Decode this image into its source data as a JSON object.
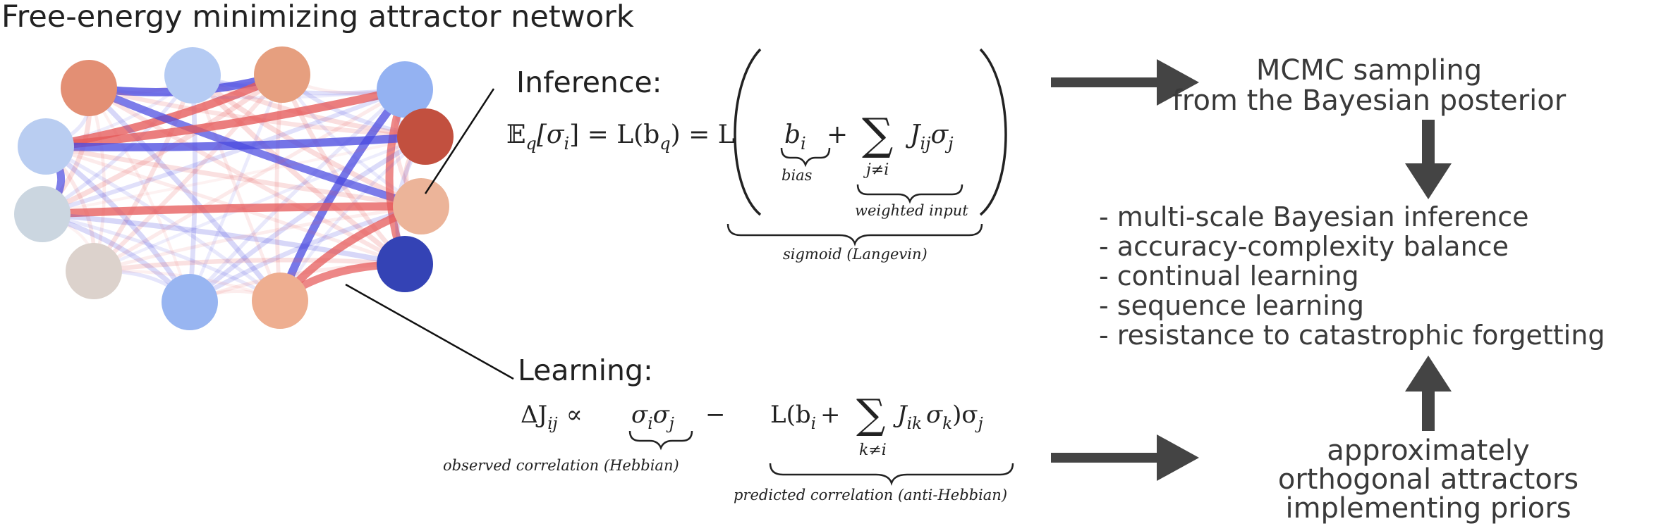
{
  "title": "Free-energy minimizing attractor network",
  "network": {
    "nodes": [
      {
        "id": "n1",
        "color": "#b5cbf3"
      },
      {
        "id": "n2",
        "color": "#e69f7f"
      },
      {
        "id": "n3",
        "color": "#e38f74"
      },
      {
        "id": "n4",
        "color": "#94b2f2"
      },
      {
        "id": "n5",
        "color": "#b9cdf1"
      },
      {
        "id": "n6",
        "color": "#c2503f"
      },
      {
        "id": "n7",
        "color": "#cbd6e0"
      },
      {
        "id": "n8",
        "color": "#ecb499"
      },
      {
        "id": "n9",
        "color": "#dcd2cc"
      },
      {
        "id": "n10",
        "color": "#3443b5"
      },
      {
        "id": "n11",
        "color": "#98b5f1"
      },
      {
        "id": "n12",
        "color": "#eeae90"
      }
    ],
    "edge_colors": {
      "positive": "#4a4ae0",
      "negative": "#e65a5a"
    }
  },
  "inference": {
    "heading": "Inference:",
    "lhs": "𝔼",
    "lhs_sub": "q",
    "lhs_arg": "[σ",
    "lhs_arg_sub": "i",
    "eq1": "] = L(b",
    "eq1_sub": "q",
    "eq1_tail": ") = L",
    "bias_term": "b",
    "bias_sub": "i",
    "plus": "+",
    "sum": "∑",
    "sum_index": "j≠i",
    "weight_term": "J",
    "weight_sub": "ij",
    "sigma": "σ",
    "sigma_sub": "j",
    "bias_label": "bias",
    "weighted_label": "weighted input",
    "sigmoid_label": "sigmoid (Langevin)"
  },
  "learning": {
    "heading": "Learning:",
    "lhs": "ΔJ",
    "lhs_sub": "ij",
    "propto": "∝",
    "hebb": "σ",
    "hebb_sub_i": "i",
    "hebb_mid": "σ",
    "hebb_sub_j": "j",
    "minus": "−",
    "pred_start": "L(b",
    "pred_sub_i": "i",
    "pred_plus": "+",
    "sum": "∑",
    "sum_index": "k≠i",
    "pred_J": "J",
    "pred_J_sub": "ik",
    "pred_sigma": "σ",
    "pred_sigma_sub": "k",
    "pred_close": ")σ",
    "pred_close_sub": "j",
    "observed_label": "observed correlation (Hebbian)",
    "predicted_label": "predicted correlation (anti-Hebbian)"
  },
  "mcmc": {
    "line1": "MCMC sampling",
    "line2": "from the Bayesian posterior"
  },
  "properties": [
    "- multi-scale Bayesian inference",
    "- accuracy-complexity balance",
    "- continual learning",
    "- sequence learning",
    "- resistance to catastrophic forgetting"
  ],
  "attractors": {
    "line1": "approximately",
    "line2": "orthogonal attractors",
    "line3": "implementing priors"
  },
  "colors": {
    "arrow": "#444444",
    "text": "#3a3a3a",
    "leader": "#111111"
  }
}
